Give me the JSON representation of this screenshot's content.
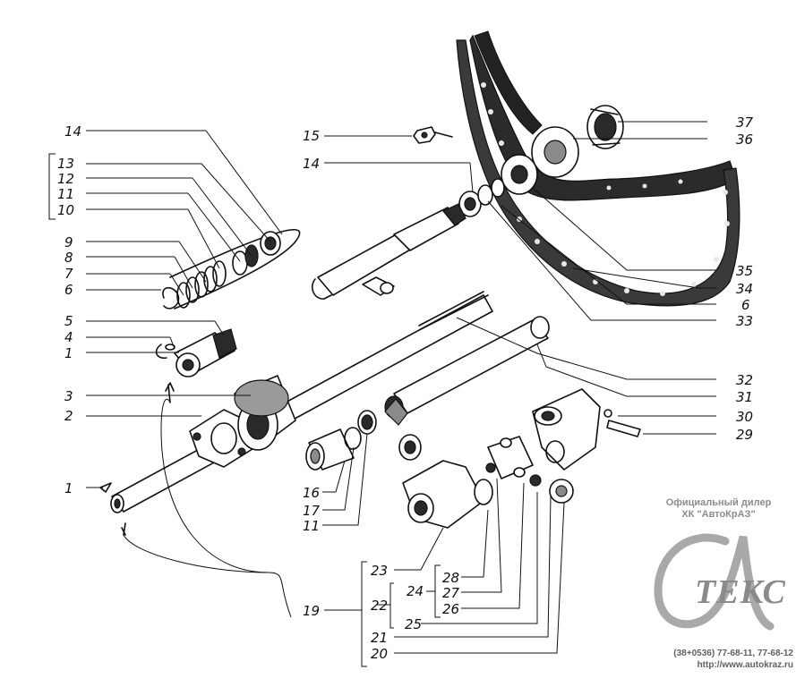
{
  "diagram": {
    "labels": {
      "l1a": "1",
      "l1b": "1",
      "l2": "2",
      "l3": "3",
      "l4": "4",
      "l5": "5",
      "l6a": "6",
      "l6b": "6",
      "l7": "7",
      "l8": "8",
      "l9": "9",
      "l10": "10",
      "l11a": "11",
      "l11b": "11",
      "l12": "12",
      "l13": "13",
      "l14a": "14",
      "l14b": "14",
      "l15": "15",
      "l16": "16",
      "l17": "17",
      "l19": "19",
      "l20": "20",
      "l21": "21",
      "l22": "22",
      "l23": "23",
      "l24": "24",
      "l25": "25",
      "l26": "26",
      "l27": "27",
      "l28": "28",
      "l29": "29",
      "l30": "30",
      "l31": "31",
      "l32": "32",
      "l33": "33",
      "l34": "34",
      "l35": "35",
      "l36": "36",
      "l37": "37"
    }
  },
  "watermark": {
    "dealer_line1": "Официальный дилер",
    "dealer_line2": "ХК \"АвтоКрАЗ\"",
    "brand": "ТЕКС",
    "phones": "(38+0536) 77-68-11, 77-68-12",
    "website": "http://www.autokraz.ru",
    "color": "#8c8c8c"
  }
}
